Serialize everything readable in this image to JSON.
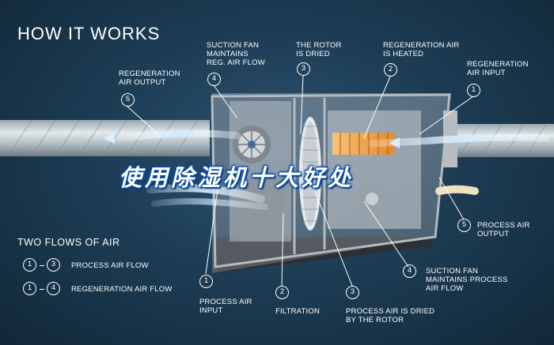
{
  "header": {
    "title": "HOW IT WORKS"
  },
  "banner": {
    "text": "使用除湿机十大好处"
  },
  "top_labels": [
    {
      "number": "5",
      "text": "REGENERATION\nAIR OUTPUT"
    },
    {
      "number": "4",
      "text": "SUCTION FAN\nMAINTAINS\nREG. AIR FLOW"
    },
    {
      "number": "3",
      "text": "THE ROTOR\nIS DRIED"
    },
    {
      "number": "2",
      "text": "REGENERATION AIR\nIS HEATED"
    },
    {
      "number": "1",
      "text": "REGENERATION\nAIR INPUT"
    }
  ],
  "bottom_labels": [
    {
      "number": "1",
      "text": "PROCESS AIR\nINPUT"
    },
    {
      "number": "2",
      "text": "FILTRATION"
    },
    {
      "number": "3",
      "text": "PROCESS AIR IS DRIED\nBY THE ROTOR"
    },
    {
      "number": "4",
      "text": "SUCTION FAN\nMAINTAINS PROCESS\nAIR FLOW"
    },
    {
      "number": "5",
      "text": "PROCESS AIR\nOUTPUT"
    }
  ],
  "legend": {
    "title": "TWO FLOWS OF AIR",
    "rows": [
      {
        "from": "1",
        "to": "3",
        "text": "PROCESS AIR FLOW"
      },
      {
        "from": "1",
        "to": "4",
        "text": "REGENERATION AIR FLOW"
      }
    ]
  },
  "colors": {
    "background": "#1d3d55",
    "accent_blue": "#0a4fa8",
    "heater_orange": "#f0a040"
  }
}
